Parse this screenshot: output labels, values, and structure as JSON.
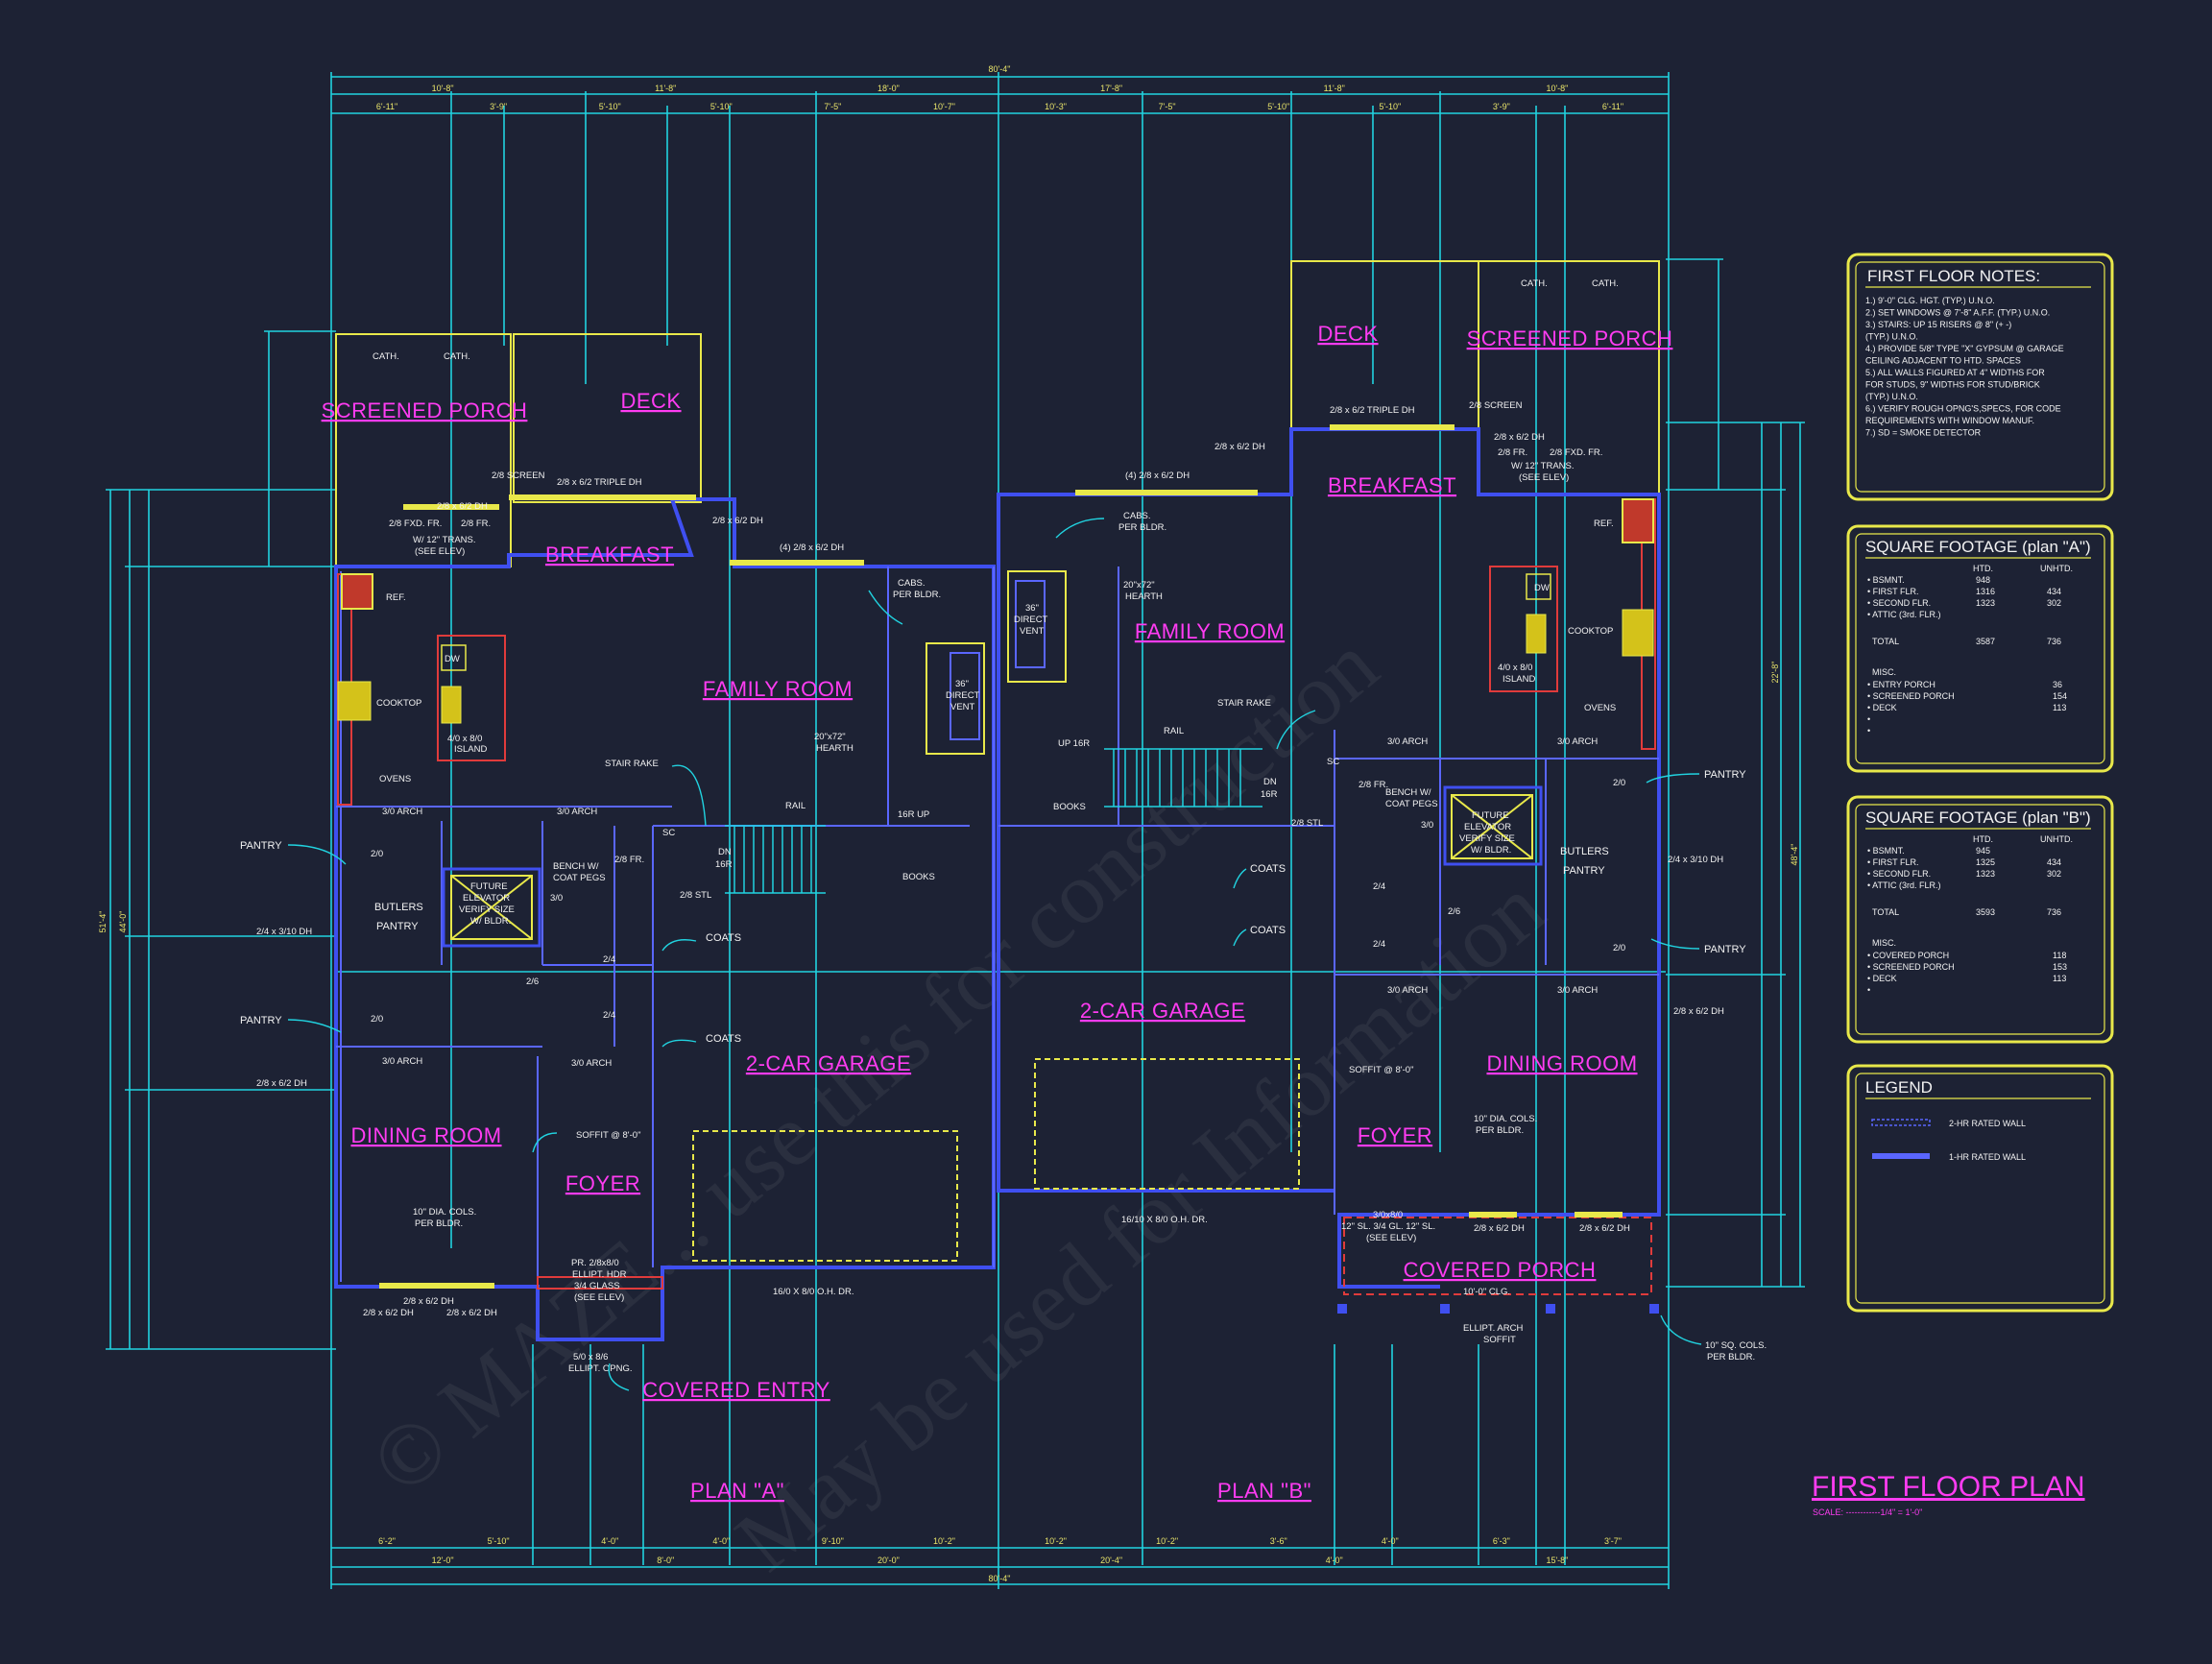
{
  "watermark": {
    "line1": "© MAZE... use this for construction",
    "line2": "May be used for Information"
  },
  "colors": {
    "background": "#1d2234",
    "dimension": "#21d3e0",
    "wall": "#3f4ff0",
    "room_label": "#ff3cf2",
    "note_box": "#e8e84a"
  },
  "dimensions": {
    "overall_top": "80'-4\"",
    "overall_bottom": "80'-4\"",
    "top_row1": [
      "10'-8\"",
      "11'-8\"",
      "18'-0\"",
      "17'-8\"",
      "11'-8\"",
      "10'-8\""
    ],
    "top_row2": [
      "6'-11\"",
      "3'-9\"",
      "5'-10\"",
      "5'-10\"",
      "7'-5\"",
      "10'-7\"",
      "10'-3\"",
      "7'-5\"",
      "5'-10\"",
      "5'-10\"",
      "3'-9\"",
      "6'-11\""
    ],
    "bottom_row1": [
      "6'-2\"",
      "5'-10\"",
      "4'-0\"",
      "4'-0\"",
      "9'-10\"",
      "10'-2\"",
      "10'-2\"",
      "10'-2\"",
      "3'-6\"",
      "4'-0\"",
      "6'-3\"",
      "3'-7\""
    ],
    "bottom_row2": [
      "12'-0\"",
      "8'-0\"",
      "20'-0\"",
      "20'-4\"",
      "4'-0\"",
      "15'-8\""
    ],
    "left_outer": "51'-4\"",
    "left_inner": "44'-0\"",
    "right_outer": "48'-4\"",
    "right_inner": "22'-8\""
  },
  "rooms": {
    "screened_porch_a": "SCREENED PORCH",
    "deck_a": "DECK",
    "breakfast_a": "BREAKFAST",
    "family_room_a": "FAMILY ROOM",
    "dining_room_a": "DINING ROOM",
    "foyer_a": "FOYER",
    "garage_a": "2-CAR GARAGE",
    "covered_entry_a": "COVERED ENTRY",
    "deck_b": "DECK",
    "screened_porch_b": "SCREENED PORCH",
    "breakfast_b": "BREAKFAST",
    "family_room_b": "FAMILY ROOM",
    "garage_b": "2-CAR GARAGE",
    "foyer_b": "FOYER",
    "dining_room_b": "DINING ROOM",
    "covered_porch_b": "COVERED PORCH",
    "plan_a": "PLAN \"A\"",
    "plan_b": "PLAN \"B\""
  },
  "labels_a": {
    "cath1": "CATH.",
    "cath2": "CATH.",
    "screen": "2/8 SCREEN",
    "triple_dh": "2/8 x 6/2 TRIPLE DH",
    "dh1": "2/8 x 6/2 DH",
    "fxd": "2/8 FXD. FR.",
    "fr": "2/8 FR.",
    "trans1": "W/ 12\" TRANS.",
    "trans2": "(SEE ELEV)",
    "dh2": "2/8 x 6/2 DH",
    "dh4": "(4) 2/8 x 6/2 DH",
    "ref": "REF.",
    "dw": "DW",
    "cooktop": "COOKTOP",
    "island1": "4/0 x 8/0",
    "island2": "ISLAND",
    "ovens": "OVENS",
    "cabs1": "CABS.",
    "cabs2": "PER BLDR.",
    "vent1": "36\"",
    "vent2": "DIRECT",
    "vent3": "VENT",
    "hearth1": "20\"x72\"",
    "hearth2": "HEARTH",
    "stair_rake": "STAIR RAKE",
    "rail": "RAIL",
    "dn": "DN",
    "r16": "16R",
    "up16": "16R UP",
    "books": "BOOKS",
    "arch1": "3/0 ARCH",
    "arch2": "3/0 ARCH",
    "arch3": "3/0 ARCH",
    "arch4": "3/0 ARCH",
    "pantry1": "PANTRY",
    "pantry2": "PANTRY",
    "butlers1": "BUTLERS",
    "butlers2": "PANTRY",
    "elev1": "FUTURE",
    "elev2": "ELEVATOR",
    "elev3": "VERIFY SIZE",
    "elev4": "W/ BLDR.",
    "bench1": "BENCH W/",
    "bench2": "COAT PEGS",
    "coats1": "COATS",
    "coats2": "COATS",
    "d20a": "2/0",
    "d20b": "2/0",
    "d30": "3/0",
    "d26": "2/6",
    "d24a": "2/4",
    "d24b": "2/4",
    "d28fr": "2/8 FR.",
    "d28stl": "2/8 STL",
    "win_left1": "2/4 x 3/10 DH",
    "win_left2": "2/8 x 6/2 DH",
    "soffit": "SOFFIT @ 8'-0\"",
    "cols1": "10\" DIA. COLS.",
    "cols2": "PER BLDR.",
    "win_bot1": "2/8 x 6/2 DH",
    "win_bot2": "2/8 x 6/2 DH",
    "win_bot3": "2/8 x 6/2 DH",
    "door_pr1": "PR. 2/8x8/0",
    "door_pr2": "ELLIPT. HDR",
    "door_pr3": "3/4 GLASS",
    "door_pr4": "(SEE ELEV)",
    "opng1": "5/0 x 8/6",
    "opng2": "ELLIPT. OPNG.",
    "ohdr": "16/0 X 8/0 O.H. DR.",
    "sc": "SC"
  },
  "labels_b": {
    "cath1": "CATH.",
    "cath2": "CATH.",
    "triple_dh": "2/8 x 6/2 TRIPLE DH",
    "screen": "2/8 SCREEN",
    "dh1": "2/8 x 6/2 DH",
    "fr1": "2/8 FR.",
    "fxd": "2/8 FXD. FR.",
    "trans1": "W/ 12\" TRANS.",
    "trans2": "(SEE ELEV)",
    "dh_top": "2/8 x 6/2 DH",
    "dh4": "(4) 2/8 x 6/2 DH",
    "cabs1": "CABS.",
    "cabs2": "PER BLDR.",
    "vent1": "36\"",
    "vent2": "DIRECT",
    "vent3": "VENT",
    "hearth1": "20\"x72\"",
    "hearth2": "HEARTH",
    "ref": "REF.",
    "dw": "DW",
    "cooktop": "COOKTOP",
    "island1": "4/0 x 8/0",
    "island2": "ISLAND",
    "ovens": "OVENS",
    "stair_rake": "STAIR RAKE",
    "rail": "RAIL",
    "up16": "UP 16R",
    "dn": "DN",
    "r16": "16R",
    "books": "BOOKS",
    "arch1": "3/0 ARCH",
    "arch2": "3/0 ARCH",
    "arch3": "3/0 ARCH",
    "arch4": "3/0 ARCH",
    "bench1": "BENCH W/",
    "bench2": "COAT PEGS",
    "elev1": "FUTURE",
    "elev2": "ELEVATOR",
    "elev3": "VERIFY SIZE",
    "elev4": "W/ BLDR.",
    "butlers1": "BUTLERS",
    "butlers2": "PANTRY",
    "pantry1": "PANTRY",
    "pantry2": "PANTRY",
    "coats1": "COATS",
    "coats2": "COATS",
    "win1": "2/4 x 3/10 DH",
    "win2": "2/8 x 6/2 DH",
    "soffit": "SOFFIT @ 8'-0\"",
    "cols1": "10\" DIA. COLS.",
    "cols2": "PER BLDR.",
    "door1": "3/0x8/0",
    "door2": "12\" SL. 3/4 GL. 12\" SL.",
    "door3": "(SEE ELEV)",
    "win_bot1": "2/8 x 6/2 DH",
    "win_bot2": "2/8 x 6/2 DH",
    "porch_clg": "10'-0\" CLG.",
    "arch_soffit1": "ELLIPT. ARCH",
    "arch_soffit2": "SOFFIT",
    "sqcols1": "10\" SQ. COLS.",
    "sqcols2": "PER BLDR.",
    "ohdr": "16/10 X 8/0 O.H. DR.",
    "sc": "SC",
    "d20a": "2/0",
    "d20b": "2/0",
    "d24a": "2/4",
    "d24b": "2/4",
    "d26": "2/6",
    "d30": "3/0",
    "d28fr": "2/8 FR.",
    "d28stl": "2/8 STL"
  },
  "notes": {
    "title": "FIRST FLOOR NOTES:",
    "items": [
      "1.) 9'-0\" CLG. HGT. (TYP.) U.N.O.",
      "2.) SET WINDOWS @ 7'-8\" A.F.F. (TYP.) U.N.O.",
      "3.) STAIRS: UP 15 RISERS @ 8\" (+ -)",
      "     (TYP.) U.N.O.",
      "4.) PROVIDE 5/8\" TYPE \"X\" GYPSUM @ GARAGE",
      "     CEILING ADJACENT TO HTD. SPACES",
      "5.) ALL WALLS FIGURED AT 4\" WIDTHS FOR",
      "     FOR STUDS, 9\" WIDTHS FOR STUD/BRICK",
      "     (TYP.) U.N.O.",
      "6.) VERIFY ROUGH OPNG'S,SPECS, FOR CODE",
      "     REQUIREMENTS WITH WINDOW MANUF.",
      "7.) SD = SMOKE DETECTOR"
    ]
  },
  "sqft_a": {
    "title": "SQUARE FOOTAGE (plan \"A\")",
    "col_htd": "HTD.",
    "col_unhtd": "UNHTD.",
    "rows": [
      {
        "label": "• BSMNT.",
        "htd": "948",
        "unhtd": ""
      },
      {
        "label": "• FIRST FLR.",
        "htd": "1316",
        "unhtd": "434"
      },
      {
        "label": "• SECOND FLR.",
        "htd": "1323",
        "unhtd": "302"
      },
      {
        "label": "• ATTIC (3rd. FLR.)",
        "htd": "",
        "unhtd": ""
      }
    ],
    "total_label": "TOTAL",
    "total_htd": "3587",
    "total_unhtd": "736",
    "misc_label": "MISC.",
    "misc": [
      {
        "label": "• ENTRY PORCH",
        "val": "36"
      },
      {
        "label": "• SCREENED PORCH",
        "val": "154"
      },
      {
        "label": "• DECK",
        "val": "113"
      },
      {
        "label": "•",
        "val": ""
      },
      {
        "label": "•",
        "val": ""
      }
    ]
  },
  "sqft_b": {
    "title": "SQUARE FOOTAGE (plan \"B\")",
    "col_htd": "HTD.",
    "col_unhtd": "UNHTD.",
    "rows": [
      {
        "label": "• BSMNT.",
        "htd": "945",
        "unhtd": ""
      },
      {
        "label": "• FIRST FLR.",
        "htd": "1325",
        "unhtd": "434"
      },
      {
        "label": "• SECOND FLR.",
        "htd": "1323",
        "unhtd": "302"
      },
      {
        "label": "• ATTIC (3rd. FLR.)",
        "htd": "",
        "unhtd": ""
      }
    ],
    "total_label": "TOTAL",
    "total_htd": "3593",
    "total_unhtd": "736",
    "misc_label": "MISC.",
    "misc": [
      {
        "label": "• COVERED PORCH",
        "val": "118"
      },
      {
        "label": "• SCREENED PORCH",
        "val": "153"
      },
      {
        "label": "• DECK",
        "val": "113"
      },
      {
        "label": "•",
        "val": ""
      }
    ]
  },
  "legend": {
    "title": "LEGEND",
    "item1": "2-HR RATED WALL",
    "item2": "1-HR RATED WALL"
  },
  "title_block": {
    "title": "FIRST FLOOR PLAN",
    "scale": "SCALE: ------------1/4\" = 1'-0\""
  }
}
